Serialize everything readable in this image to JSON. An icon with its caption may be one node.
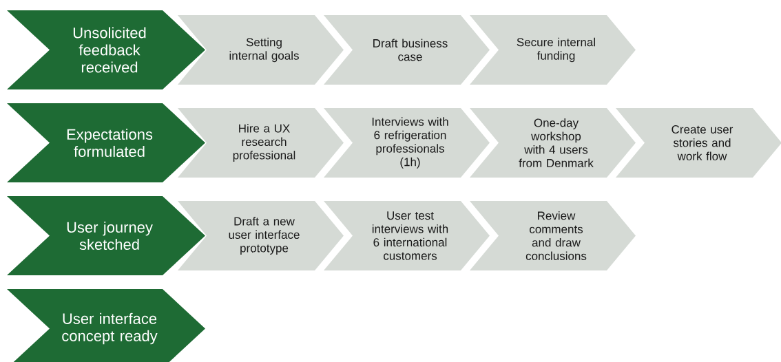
{
  "diagram": {
    "nodes": [
      {
        "text": [
          "Unsolicited feedback received"
        ]
      },
      {
        "text": [
          "Setting internal goals"
        ]
      },
      {
        "text": [
          "Draft business case"
        ]
      },
      {
        "text": [
          "Secure internal funding"
        ]
      },
      {
        "text": [
          "Expectations formulated"
        ]
      },
      {
        "text": [
          "Hire a UX research professional"
        ]
      },
      {
        "text": [
          "Interviews with 6 refrigeration professionals (1h)"
        ]
      },
      {
        "text": [
          "One-day workshop with 4 users from Denmark"
        ]
      },
      {
        "text": [
          "Create user stories and work flow"
        ]
      },
      {
        "text": [
          "User journey sketched"
        ]
      },
      {
        "text": [
          "Draft a new user interface prototype"
        ]
      },
      {
        "text": [
          "User test interviews with 6 international customers"
        ]
      },
      {
        "text": [
          "Review comments and draw conclusions"
        ]
      },
      {
        "text": [
          "User interface concept ready"
        ]
      }
    ]
  }
}
